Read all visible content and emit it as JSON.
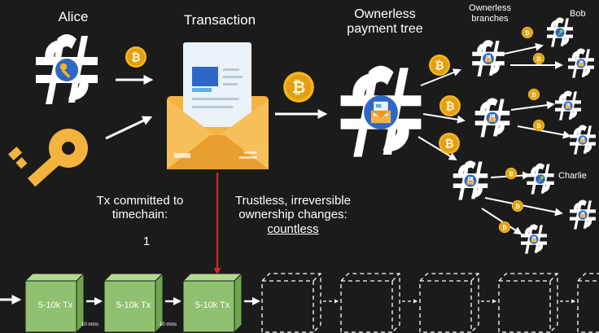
{
  "labels": {
    "alice": "Alice",
    "transaction": "Transaction",
    "ownerless_tree": "Ownerless payment tree",
    "ownerless_branches": "Ownerless branches",
    "bob": "Bob",
    "charlie": "Charlie",
    "tx_committed": "Tx committed to timechain:",
    "tx_committed_count": "1",
    "trustless": "Trustless, irreversible ownership changes:",
    "trustless_count": "countless"
  },
  "blocks": [
    {
      "label": "5-10k Tx",
      "confirmed": true
    },
    {
      "label": "5-10k Tx",
      "confirmed": true
    },
    {
      "label": "5-10k Tx",
      "confirmed": true
    },
    {
      "confirmed": false
    },
    {
      "confirmed": false
    },
    {
      "confirmed": false
    },
    {
      "confirmed": false
    },
    {
      "confirmed": false
    }
  ],
  "block_interval": "10 mins",
  "icons": {
    "alice_wallet": "hash-logo-key-icon",
    "alice_key": "golden-key-icon",
    "coin": "bitcoin-coin-icon",
    "transaction": "envelope-document-icon",
    "tree_root": "hash-logo-envelope-icon",
    "branch_node": "hash-logo-envelope-icon",
    "bob_wallet": "hash-logo-key-icon",
    "charlie_wallet": "hash-logo-key-icon",
    "lock": "padlock-icon",
    "new_block": "dashed-cube-icon",
    "confirm_arrow": "red-arrow-icon"
  },
  "colors": {
    "background": "#1b1b1b",
    "block_green": "#8fc170",
    "coin_gold": "#f2b61f",
    "envelope_orange": "#f4b33f",
    "arrow_red": "#d42323",
    "node_blue": "#2f66c9"
  }
}
